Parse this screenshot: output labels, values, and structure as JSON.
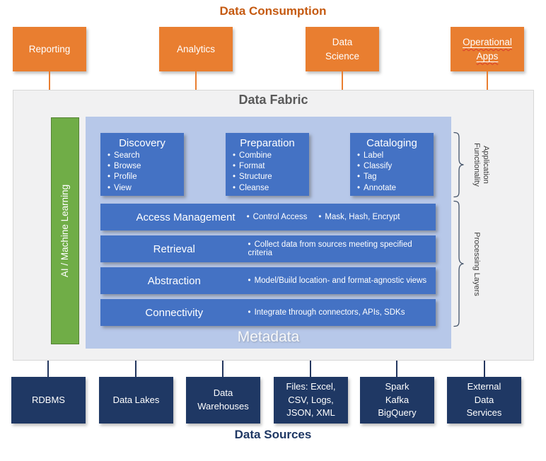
{
  "page": {
    "top_title": "Data Consumption",
    "bottom_title": "Data Sources"
  },
  "consumption": {
    "boxes": [
      {
        "lines": [
          "Reporting"
        ]
      },
      {
        "lines": [
          "Analytics"
        ]
      },
      {
        "lines": [
          "Data",
          "Science"
        ]
      },
      {
        "lines": [
          "Operational",
          "Apps"
        ],
        "spellcheck_underline": true
      }
    ]
  },
  "fabric": {
    "title": "Data Fabric",
    "ai_bar_label": "AI / Machine Learning",
    "metadata_label": "Metadata",
    "app_boxes": [
      {
        "title": "Discovery",
        "items": [
          "Search",
          "Browse",
          "Profile",
          "View"
        ]
      },
      {
        "title": "Preparation",
        "items": [
          "Combine",
          "Format",
          "Structure",
          "Cleanse"
        ]
      },
      {
        "title": "Cataloging",
        "items": [
          "Label",
          "Classify",
          "Tag",
          "Annotate"
        ]
      }
    ],
    "layers": [
      {
        "title": "Access Management",
        "bullets": [
          "Control Access",
          "Mask, Hash, Encrypt"
        ]
      },
      {
        "title": "Retrieval",
        "bullets": [
          "Collect data from sources meeting specified criteria"
        ]
      },
      {
        "title": "Abstraction",
        "bullets": [
          "Model/Build location- and format-agnostic views"
        ]
      },
      {
        "title": "Connectivity",
        "bullets": [
          "Integrate through connectors, APIs, SDKs"
        ]
      }
    ],
    "brace_labels": {
      "application_line1": "Application",
      "application_line2": "Functionality",
      "processing": "Processing Layers"
    }
  },
  "sources": {
    "boxes": [
      {
        "lines": [
          "RDBMS"
        ]
      },
      {
        "lines": [
          "Data Lakes"
        ]
      },
      {
        "lines": [
          "Data",
          "Warehouses"
        ]
      },
      {
        "lines": [
          "Files: Excel,",
          "CSV, Logs,",
          "JSON, XML"
        ]
      },
      {
        "lines": [
          "Spark",
          "Kafka",
          "BigQuery"
        ]
      },
      {
        "lines": [
          "External",
          "Data",
          "Services"
        ]
      }
    ]
  },
  "colors": {
    "orange": "#E97E30",
    "orange_title": "#C55A11",
    "blue": "#4472C4",
    "light_blue": "#B7C8E9",
    "navy": "#1F3864",
    "green": "#70AD47",
    "panel_gray": "#F1F1F2",
    "fabric_title_gray": "#595959",
    "brace": "#44546A"
  }
}
